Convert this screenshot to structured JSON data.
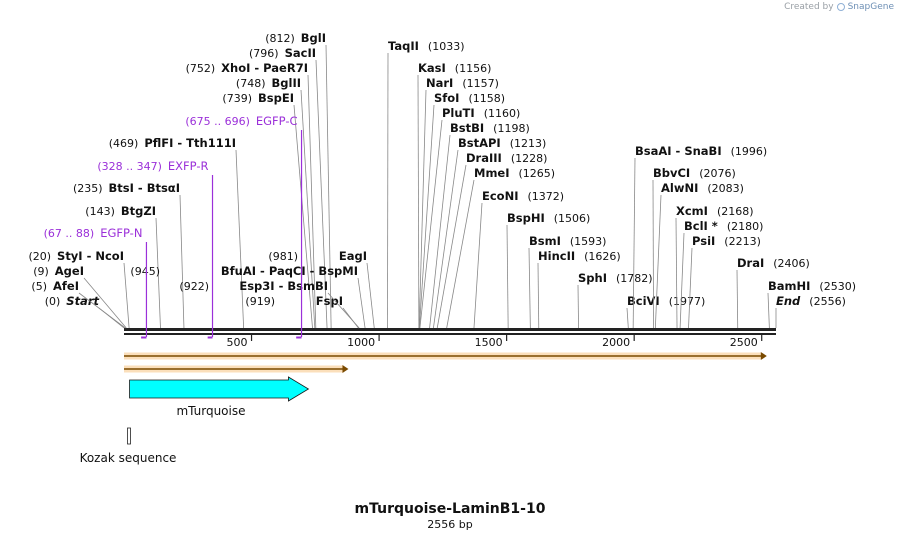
{
  "credit": {
    "prefix": "Created by",
    "brand": "SnapGene"
  },
  "plasmid": {
    "name": "mTurquoise-LaminB1-10",
    "length_label": "2556 bp",
    "length": 2556
  },
  "scale": {
    "ticks": [
      500,
      1000,
      1500,
      2000,
      2500
    ]
  },
  "sites": [
    {
      "key": "start",
      "pos": 0,
      "num": "(0)",
      "name": "Start",
      "italic": true,
      "side": "left"
    },
    {
      "key": "afei",
      "pos": 5,
      "num": "(5)",
      "name": "AfeI",
      "side": "left"
    },
    {
      "key": "agei",
      "pos": 9,
      "num": "(9)",
      "name": "AgeI",
      "side": "left"
    },
    {
      "key": "styi",
      "pos": 20,
      "num": "(20)",
      "name": "StyI  -  NcoI",
      "side": "left"
    },
    {
      "key": "btgzi",
      "pos": 143,
      "num": "(143)",
      "name": "BtgZI",
      "side": "left"
    },
    {
      "key": "btsi",
      "pos": 235,
      "num": "(235)",
      "name": "BtsI  -  BtsαI",
      "side": "left"
    },
    {
      "key": "pflfi",
      "pos": 469,
      "num": "(469)",
      "name": "PflFI  -  Tth111I",
      "side": "left"
    },
    {
      "key": "bspei",
      "pos": 739,
      "num": "(739)",
      "name": "BspEI",
      "side": "left"
    },
    {
      "key": "bglii",
      "pos": 748,
      "num": "(748)",
      "name": "BglII",
      "side": "left"
    },
    {
      "key": "xhoi",
      "pos": 752,
      "num": "(752)",
      "name": "XhoI  -  PaeR7I",
      "side": "left"
    },
    {
      "key": "sacii",
      "pos": 796,
      "num": "(796)",
      "name": "SacII",
      "side": "left"
    },
    {
      "key": "bgli",
      "pos": 812,
      "num": "(812)",
      "name": "BglI",
      "side": "left"
    },
    {
      "key": "fspi",
      "pos": 919,
      "num": "(919)",
      "name": "FspI",
      "side": "left"
    },
    {
      "key": "esp3i",
      "pos": 922,
      "num": "(922)",
      "name": "Esp3I  -  BsmBI",
      "side": "left"
    },
    {
      "key": "bfuai",
      "pos": 945,
      "num": "(945)",
      "name": "BfuAI  -  PaqCI  -  BspMI",
      "side": "left"
    },
    {
      "key": "eagi",
      "pos": 981,
      "num": "(981)",
      "name": "EagI",
      "side": "left"
    },
    {
      "key": "taqii",
      "pos": 1033,
      "num": "(1033)",
      "name": "TaqII",
      "side": "right"
    },
    {
      "key": "kasi",
      "pos": 1156,
      "num": "(1156)",
      "name": "KasI",
      "side": "right"
    },
    {
      "key": "nari",
      "pos": 1157,
      "num": "(1157)",
      "name": "NarI",
      "side": "right"
    },
    {
      "key": "sfoi",
      "pos": 1158,
      "num": "(1158)",
      "name": "SfoI",
      "side": "right"
    },
    {
      "key": "pluti",
      "pos": 1160,
      "num": "(1160)",
      "name": "PluTI",
      "side": "right"
    },
    {
      "key": "bstbi",
      "pos": 1198,
      "num": "(1198)",
      "name": "BstBI",
      "side": "right"
    },
    {
      "key": "bstapi",
      "pos": 1213,
      "num": "(1213)",
      "name": "BstAPI",
      "side": "right"
    },
    {
      "key": "draiii",
      "pos": 1228,
      "num": "(1228)",
      "name": "DraIII",
      "side": "right"
    },
    {
      "key": "mmei",
      "pos": 1265,
      "num": "(1265)",
      "name": "MmeI",
      "side": "right"
    },
    {
      "key": "econi",
      "pos": 1372,
      "num": "(1372)",
      "name": "EcoNI",
      "side": "right"
    },
    {
      "key": "bsphi",
      "pos": 1506,
      "num": "(1506)",
      "name": "BspHI",
      "side": "right"
    },
    {
      "key": "bsmi",
      "pos": 1593,
      "num": "(1593)",
      "name": "BsmI",
      "side": "right"
    },
    {
      "key": "hincii",
      "pos": 1626,
      "num": "(1626)",
      "name": "HincII",
      "side": "right"
    },
    {
      "key": "sphi",
      "pos": 1782,
      "num": "(1782)",
      "name": "SphI",
      "side": "right"
    },
    {
      "key": "bcivi",
      "pos": 1977,
      "num": "(1977)",
      "name": "BciVI",
      "side": "right"
    },
    {
      "key": "bsaai",
      "pos": 1996,
      "num": "(1996)",
      "name": "BsaAI  -  SnaBI",
      "side": "right"
    },
    {
      "key": "bbvci",
      "pos": 2076,
      "num": "(2076)",
      "name": "BbvCI",
      "side": "right"
    },
    {
      "key": "alwni",
      "pos": 2083,
      "num": "(2083)",
      "name": "AlwNI",
      "side": "right"
    },
    {
      "key": "xcmi",
      "pos": 2168,
      "num": "(2168)",
      "name": "XcmI",
      "side": "right"
    },
    {
      "key": "bcli",
      "pos": 2180,
      "num": "(2180)",
      "name": "BclI *",
      "side": "right"
    },
    {
      "key": "psii",
      "pos": 2213,
      "num": "(2213)",
      "name": "PsiI",
      "side": "right"
    },
    {
      "key": "drai",
      "pos": 2406,
      "num": "(2406)",
      "name": "DraI",
      "side": "right"
    },
    {
      "key": "bamhi",
      "pos": 2530,
      "num": "(2530)",
      "name": "BamHI",
      "side": "right"
    },
    {
      "key": "end",
      "pos": 2556,
      "num": "(2556)",
      "name": "End",
      "italic": true,
      "side": "right"
    }
  ],
  "primers": [
    {
      "key": "egfp-n",
      "range": "(67 .. 88)",
      "name": "EGFP-N",
      "start": 67,
      "end": 88
    },
    {
      "key": "exfp-r",
      "range": "(328 .. 347)",
      "name": "EXFP-R",
      "start": 328,
      "end": 347
    },
    {
      "key": "egfp-c",
      "range": "(675 .. 696)",
      "name": "EGFP-C",
      "start": 675,
      "end": 696
    }
  ],
  "features": [
    {
      "key": "mturquoise",
      "name": "mTurquoise",
      "start": 6,
      "end": 723,
      "color": "#00ffff"
    },
    {
      "key": "kozak",
      "name": "Kozak sequence",
      "start": 0,
      "end": 10,
      "color": "#ffffff"
    }
  ],
  "orfs": [
    {
      "start": 0,
      "end": 880
    },
    {
      "start": 0,
      "end": 2520
    }
  ],
  "colors": {
    "primer": "#9b30d9",
    "orf": "#f3a43b",
    "backbone": "#222222"
  }
}
